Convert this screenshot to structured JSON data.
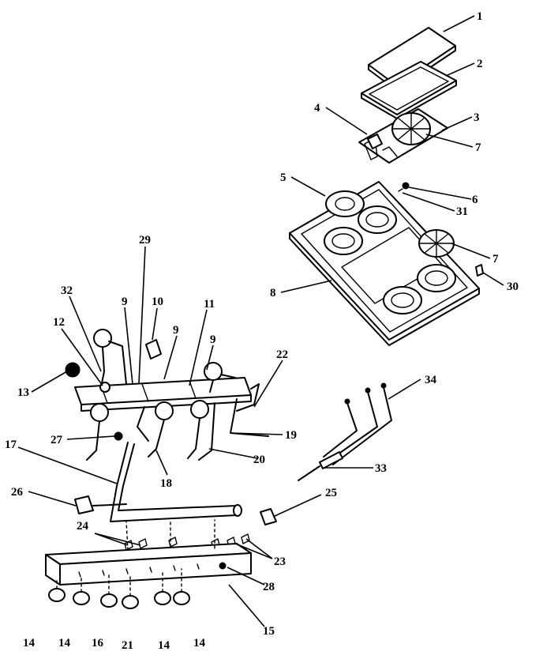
{
  "callouts": [
    {
      "id": "c1",
      "label": "1"
    },
    {
      "id": "c2",
      "label": "2"
    },
    {
      "id": "c3",
      "label": "3"
    },
    {
      "id": "c4",
      "label": "4"
    },
    {
      "id": "c7a",
      "label": "7"
    },
    {
      "id": "c5",
      "label": "5"
    },
    {
      "id": "c6",
      "label": "6"
    },
    {
      "id": "c31",
      "label": "31"
    },
    {
      "id": "c7b",
      "label": "7"
    },
    {
      "id": "c30",
      "label": "30"
    },
    {
      "id": "c8",
      "label": "8"
    },
    {
      "id": "c29",
      "label": "29"
    },
    {
      "id": "c32",
      "label": "32"
    },
    {
      "id": "c9a",
      "label": "9"
    },
    {
      "id": "c10",
      "label": "10"
    },
    {
      "id": "c11",
      "label": "11"
    },
    {
      "id": "c9b",
      "label": "9"
    },
    {
      "id": "c9c",
      "label": "9"
    },
    {
      "id": "c12",
      "label": "12"
    },
    {
      "id": "c13",
      "label": "13"
    },
    {
      "id": "c22",
      "label": "22"
    },
    {
      "id": "c27",
      "label": "27"
    },
    {
      "id": "c17",
      "label": "17"
    },
    {
      "id": "c19",
      "label": "19"
    },
    {
      "id": "c20",
      "label": "20"
    },
    {
      "id": "c18",
      "label": "18"
    },
    {
      "id": "c34",
      "label": "34"
    },
    {
      "id": "c33",
      "label": "33"
    },
    {
      "id": "c26",
      "label": "26"
    },
    {
      "id": "c25",
      "label": "25"
    },
    {
      "id": "c24",
      "label": "24"
    },
    {
      "id": "c23",
      "label": "23"
    },
    {
      "id": "c28",
      "label": "28"
    },
    {
      "id": "c15",
      "label": "15"
    },
    {
      "id": "c14a",
      "label": "14"
    },
    {
      "id": "c14b",
      "label": "14"
    },
    {
      "id": "c16",
      "label": "16"
    },
    {
      "id": "c21",
      "label": "21"
    },
    {
      "id": "c14c",
      "label": "14"
    },
    {
      "id": "c14d",
      "label": "14"
    }
  ]
}
